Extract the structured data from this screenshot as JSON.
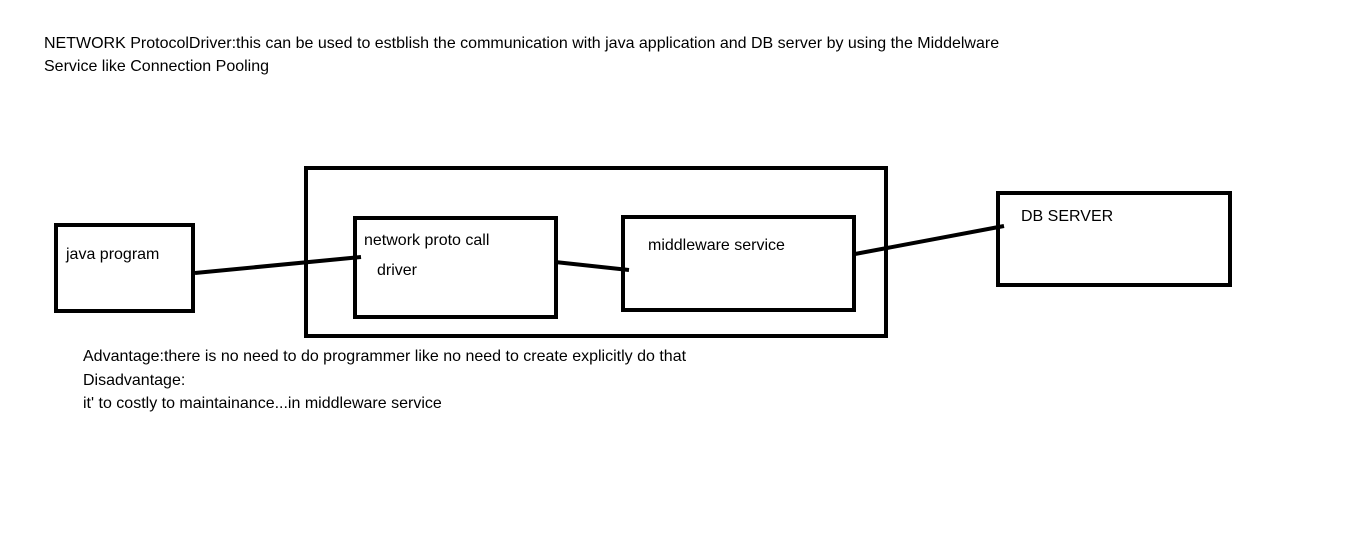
{
  "heading": {
    "line1": "NETWORK ProtocolDriver:this can be used to estblish the communication with java application and DB server by using the Middelware",
    "line2": "Service like Connection Pooling"
  },
  "diagram": {
    "java_program": "java program",
    "driver_line1": "network proto call",
    "driver_line2": "driver",
    "middleware": "middleware service",
    "db_server": "DB SERVER"
  },
  "notes": {
    "advantage": "Advantage:there is no need to do  programmer like no need to create explicitly do that",
    "disadvantage_label": "Disadvantage:",
    "disadvantage_text": "it' to costly to maintainance...in middleware service"
  }
}
